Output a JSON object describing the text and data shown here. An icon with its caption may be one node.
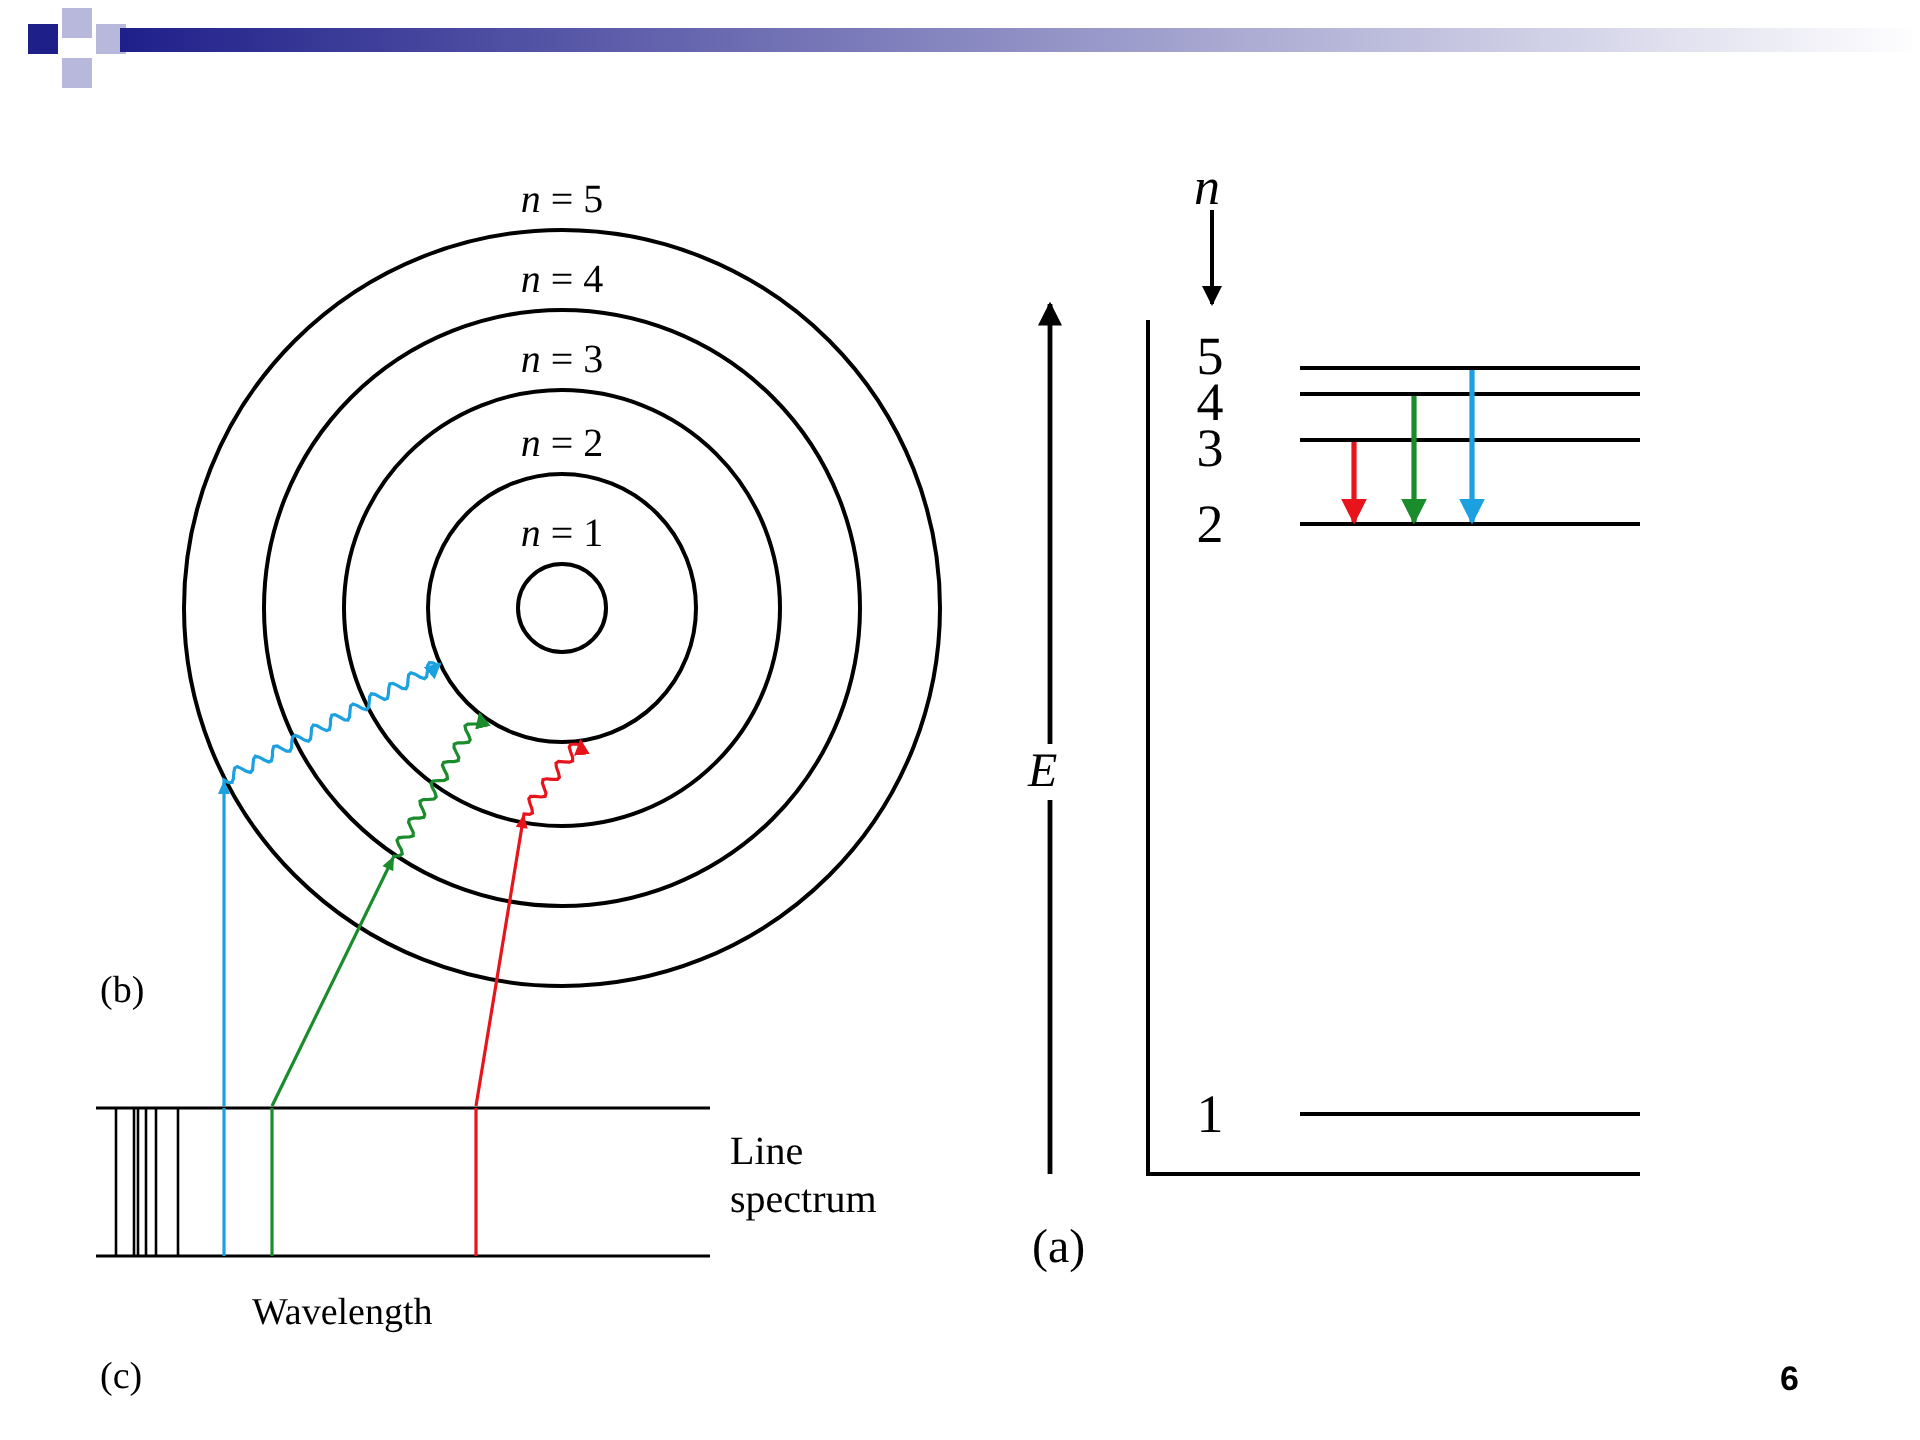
{
  "diagram": {
    "nodes": [
      {
        "text": [
          "*n* = 5"
        ]
      },
      {
        "text": [
          "*n* = 4"
        ],
        "in": 0
      },
      {
        "text": [
          "*n* = 3"
        ],
        "in": 1
      },
      {
        "text": [
          "*n* = 2"
        ],
        "in": 2
      },
      {
        "text": [
          "*n* = 1"
        ],
        "in": 3
      },
      {
        "text": [],
        "shape": "box",
        "beside": [
          "Line spectrum"
        ]
      },
      {
        "text": [],
        "shape": "bar",
        "beside": [
          "5"
        ]
      },
      {
        "text": [],
        "shape": "bar",
        "beside": [
          "4"
        ]
      },
      {
        "text": [],
        "shape": "bar",
        "beside": [
          "3"
        ]
      },
      {
        "text": [],
        "shape": "bar",
        "beside": [
          "2"
        ]
      },
      {
        "text": [],
        "shape": "bar",
        "beside": [
          "1"
        ]
      }
    ],
    "edges": [
      {
        "from": 5,
        "to": 3,
        "arrow": "to",
        "color": "#1ba0e0"
      },
      {
        "from": 5,
        "to": 3,
        "arrow": "to",
        "color": "#1a8c2c"
      },
      {
        "from": 5,
        "to": 3,
        "arrow": "to",
        "color": "#e8141c"
      },
      {
        "from": 8,
        "to": 9,
        "arrow": "to",
        "color": "#e8141c"
      },
      {
        "from": 7,
        "to": 9,
        "arrow": "to",
        "color": "#1a8c2c"
      },
      {
        "from": 6,
        "to": 9,
        "arrow": "to",
        "color": "#1ba0e0"
      }
    ],
    "labels": [
      "n",
      "E",
      "(b)",
      "Wavelength",
      "(a)",
      "(c)",
      "6"
    ]
  }
}
